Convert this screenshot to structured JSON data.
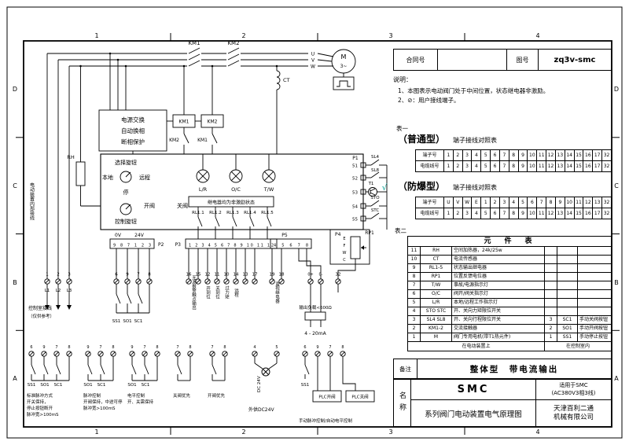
{
  "frame": {
    "cols": [
      "1",
      "2",
      "3",
      "4"
    ],
    "rows": [
      "D",
      "C",
      "B",
      "A"
    ]
  },
  "header": {
    "contract_label": "合同号",
    "contract_value": "",
    "drawing_label": "图号",
    "drawing_no": "zq3v-smc"
  },
  "notes": {
    "title": "说明：",
    "line1": "1、本图表示电动阀门处于中间位置，状态继电器非激励。",
    "line2": "2、⊘：用户接线端子。"
  },
  "table1": {
    "tag": "表一",
    "type": "（普通型）",
    "title": "端子接线对照表",
    "row1_label": "端子号",
    "row2_label": "电缆线号",
    "row1": [
      "1",
      "2",
      "3",
      "4",
      "5",
      "6",
      "7",
      "8",
      "9",
      "10",
      "11",
      "12",
      "13",
      "14",
      "15",
      "16",
      "17",
      "32"
    ],
    "row2": [
      "1",
      "2",
      "3",
      "4",
      "5",
      "6",
      "7",
      "8",
      "9",
      "10",
      "11",
      "12",
      "13",
      "14",
      "15",
      "16",
      "17",
      "32"
    ]
  },
  "table2": {
    "type": "（防爆型）",
    "title": "端子接线对照表",
    "check": "√",
    "row1_label": "端子号",
    "row2_label": "电缆线号",
    "row1": [
      "U",
      "V",
      "W",
      "E",
      "1",
      "2",
      "3",
      "4",
      "5",
      "6",
      "7",
      "8",
      "9",
      "10",
      "11",
      "12",
      "13",
      "32"
    ],
    "row2": [
      "1",
      "2",
      "3",
      "4",
      "5",
      "6",
      "7",
      "8",
      "9",
      "10",
      "11",
      "12",
      "13",
      "14",
      "15",
      "16",
      "17",
      "32"
    ]
  },
  "components": {
    "tag": "表二",
    "title": "元　件　表",
    "rows": [
      [
        "11",
        "RH",
        "空间加热器，24k/25w",
        "",
        "",
        ""
      ],
      [
        "10",
        "CT",
        "电流传感器",
        "",
        "",
        ""
      ],
      [
        "9",
        "RL1-5",
        "状态输出继电器",
        "",
        "",
        ""
      ],
      [
        "8",
        "RP1",
        "位置反馈电位器",
        "",
        "",
        ""
      ],
      [
        "7",
        "T/W",
        "事故/电源指示灯",
        "",
        "",
        ""
      ],
      [
        "6",
        "O/C",
        "阀开/阀关指示灯",
        "",
        "",
        ""
      ],
      [
        "5",
        "L/R",
        "本地/远程工作指示灯",
        "",
        "",
        ""
      ],
      [
        "4",
        "STO STC",
        "开、关向力矩限位开关",
        "",
        "",
        ""
      ],
      [
        "3",
        "SL4 SL8",
        "开、关向行程限位开关",
        "3",
        "SC1",
        "手动关阀按钮"
      ],
      [
        "2",
        "KM1-2",
        "交流接触器",
        "2",
        "SO1",
        "手动开阀按钮"
      ],
      [
        "1",
        "M",
        "阀门专用电机(带T1热元件)",
        "1",
        "SS1",
        "手动停止按钮"
      ]
    ],
    "footer_left": "在电动装置上",
    "footer_right": "在控制室内"
  },
  "remark": {
    "label": "备注",
    "text": "整体型　带电流输出"
  },
  "titleblock": {
    "name_label": "名称",
    "product": "SMC",
    "desc": "系列阀门电动装置电气原理图",
    "apply1": "适用于SMC",
    "apply2": "(AC380V3相3线)",
    "company1": "天津百利二通",
    "company2": "机械有限公司"
  },
  "schematic": {
    "km1": "KM1",
    "km2": "KM2",
    "u": "U",
    "v": "V",
    "w": "W",
    "motor": "M",
    "motor_phase": "3~",
    "ct": "CT",
    "pwr1": "电源交换",
    "pwr2": "自动换相",
    "pwr3": "断相保护",
    "km1_coil": "KM1",
    "km2_coil": "KM2",
    "km1_aux": "KM1",
    "km2_aux": "KM2",
    "rh": "RH",
    "sel_knob": "选择旋钮",
    "local": "本地",
    "remote": "远程",
    "stop": "停",
    "lamps": [
      "L/R",
      "O/C",
      "T/W"
    ],
    "open_valve": "开阀",
    "close_valve": "关阀",
    "ctrl_knob": "控制旋钮",
    "relay_note": "继电器均为非激励状态",
    "rl": [
      "RL1.1",
      "RL1.2",
      "RL1.3",
      "RL1.4",
      "RL1.5"
    ],
    "v0": "0V",
    "v24": "24V",
    "p1": "P1",
    "p2": "P2",
    "p3": "P3",
    "p4": "P4",
    "p5": "P5",
    "p2_pins": "9 8 7 1 2 3",
    "p3_pins": "1 2 3 4 5 6 7 8 9 10 11 12",
    "p5_pins": "4 5 6 7 8",
    "pins51": [
      "51",
      "52",
      "53",
      "54",
      "55"
    ],
    "sl4": "SL4",
    "sl8": "SL8",
    "sto": "STO",
    "stc": "STC",
    "t1": "T1",
    "rp1": "RP1",
    "rp_pins": [
      "E",
      "F",
      "W",
      "C"
    ],
    "phase_terms": [
      "1",
      "2",
      "3"
    ],
    "phase_labels": [
      "L1",
      "L2",
      "L3"
    ],
    "ctrl_terms": [
      "6",
      "9",
      "7",
      "8"
    ],
    "status_terms": [
      "16",
      "15",
      "12",
      "11",
      "10",
      "14",
      "13",
      "17"
    ],
    "monitor_terms": [
      "19",
      "18"
    ],
    "out_terms": [
      "0+",
      "0-",
      "32"
    ],
    "load_note": "输出负载<600Ω",
    "ma_note": "4 - 20mA",
    "vlabels": [
      "无源报警触点输出",
      "开到位",
      "关到位",
      "过力矩",
      "远程",
      "监视继电器"
    ],
    "btn_labels": [
      "SS1",
      "SO1",
      "SC1"
    ],
    "margin_v": "电动装置内部接线",
    "room1": "控制室接线",
    "room2": "（仅供参考）",
    "schemes": {
      "s1_terms": [
        "6",
        "9",
        "7",
        "8"
      ],
      "s1_labels": [
        "SS1",
        "SO1",
        "SC1"
      ],
      "s1_caption": [
        "标准脉冲方式",
        "开关保持，",
        "停止按钮断开",
        "脉冲宽>100mS"
      ],
      "s2_terms": [
        "9",
        "7",
        "8"
      ],
      "s2_labels": [
        "SO1",
        "SC1"
      ],
      "s2_caption": [
        "脉冲控制",
        "开阀保持，中途可停",
        "脉冲宽>100mS"
      ],
      "s3_terms": [
        "9",
        "7",
        "8"
      ],
      "s3_labels": [
        "SO1",
        "SC1"
      ],
      "s3_caption": [
        "电平控制",
        "开、关需保持"
      ],
      "s4_terms": [
        "7",
        "8"
      ],
      "s4_caption": "关阀优先",
      "s5_terms": [
        "7",
        "8"
      ],
      "s5_caption": "开阀优先",
      "dc_terms": [
        "4",
        "5"
      ],
      "dc_label": "DC 24V",
      "dc_caption": "外供DC24V",
      "plc_terms": [
        "6",
        "9",
        "7",
        "8"
      ],
      "plc_ss1": "SS1",
      "plc_open": "PLC开阀",
      "plc_close": "PLC关阀",
      "plc_caption": "手动脉冲控制/自动电平控制"
    }
  }
}
